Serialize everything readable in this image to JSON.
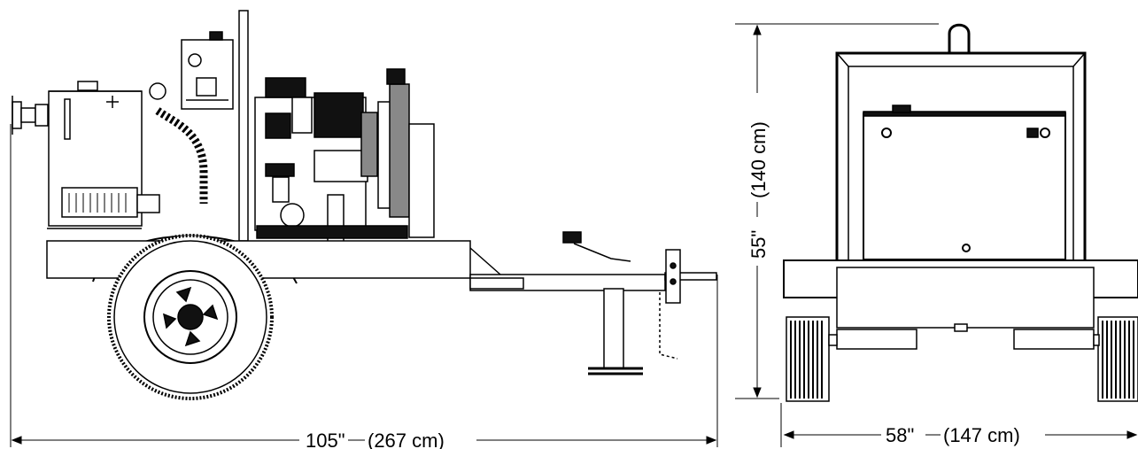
{
  "dimensions": {
    "length_label": "105\"",
    "length_metric": "(267 cm)",
    "width_label": "58\"",
    "width_metric": "(147 cm)",
    "height_label": "55\"",
    "height_metric": "(140 cm)"
  },
  "colors": {
    "line": "#000000",
    "fill_dark": "#111111",
    "fill_gray": "#888888",
    "background": "#ffffff"
  }
}
